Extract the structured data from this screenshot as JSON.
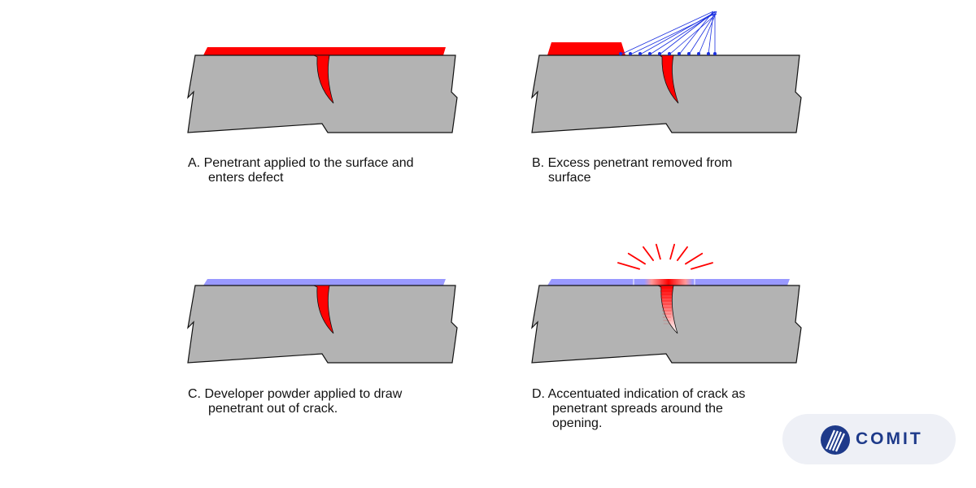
{
  "panels": [
    {
      "id": "A",
      "caption_lines": [
        "A.  Penetrant applied to the surface and",
        "enters defect"
      ],
      "surface_layer": "penetrant",
      "crack_fill": "penetrant"
    },
    {
      "id": "B",
      "caption_lines": [
        "B. Excess penetrant removed from",
        "surface"
      ],
      "surface_layer": "partially-removed",
      "crack_fill": "penetrant",
      "spray": true
    },
    {
      "id": "C",
      "caption_lines": [
        "C.  Developer powder applied to draw",
        "penetrant out of crack."
      ],
      "surface_layer": "developer",
      "crack_fill": "penetrant"
    },
    {
      "id": "D",
      "caption_lines": [
        "D.  Accentuated indication of crack as",
        "penetrant spreads around the",
        "opening."
      ],
      "surface_layer": "developer-with-indication",
      "crack_fill": "fading",
      "glow": true
    }
  ],
  "colors": {
    "metal": "#b3b3b3",
    "outline": "#111111",
    "penetrant": "#ff0000",
    "developer": "#9999ff",
    "spray": "#1a2fe0"
  },
  "logo": {
    "text": "COMIT",
    "icon": "comit-stripes-icon"
  }
}
